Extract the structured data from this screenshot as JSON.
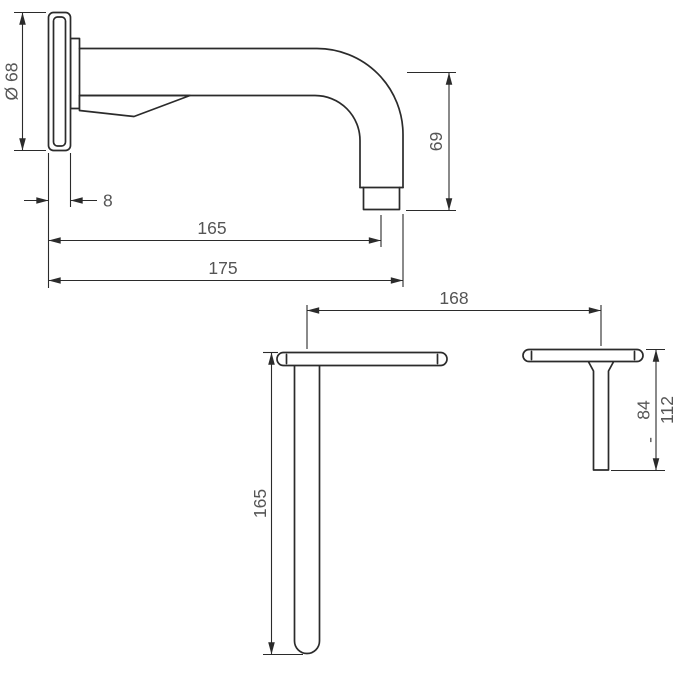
{
  "colors": {
    "background": "#ffffff",
    "line": "#2b2b2b",
    "text": "#555555"
  },
  "side_view": {
    "flange_diameter": "Ø 68",
    "flange_thickness": "8",
    "reach_to_spout_center": "165",
    "reach_overall": "175",
    "spout_drop_height": "69"
  },
  "plan_view": {
    "hole_center_distance": "168",
    "spout_length": "165",
    "handle_projection_min": "84",
    "handle_projection_separator": "-",
    "handle_projection_max": "112"
  }
}
